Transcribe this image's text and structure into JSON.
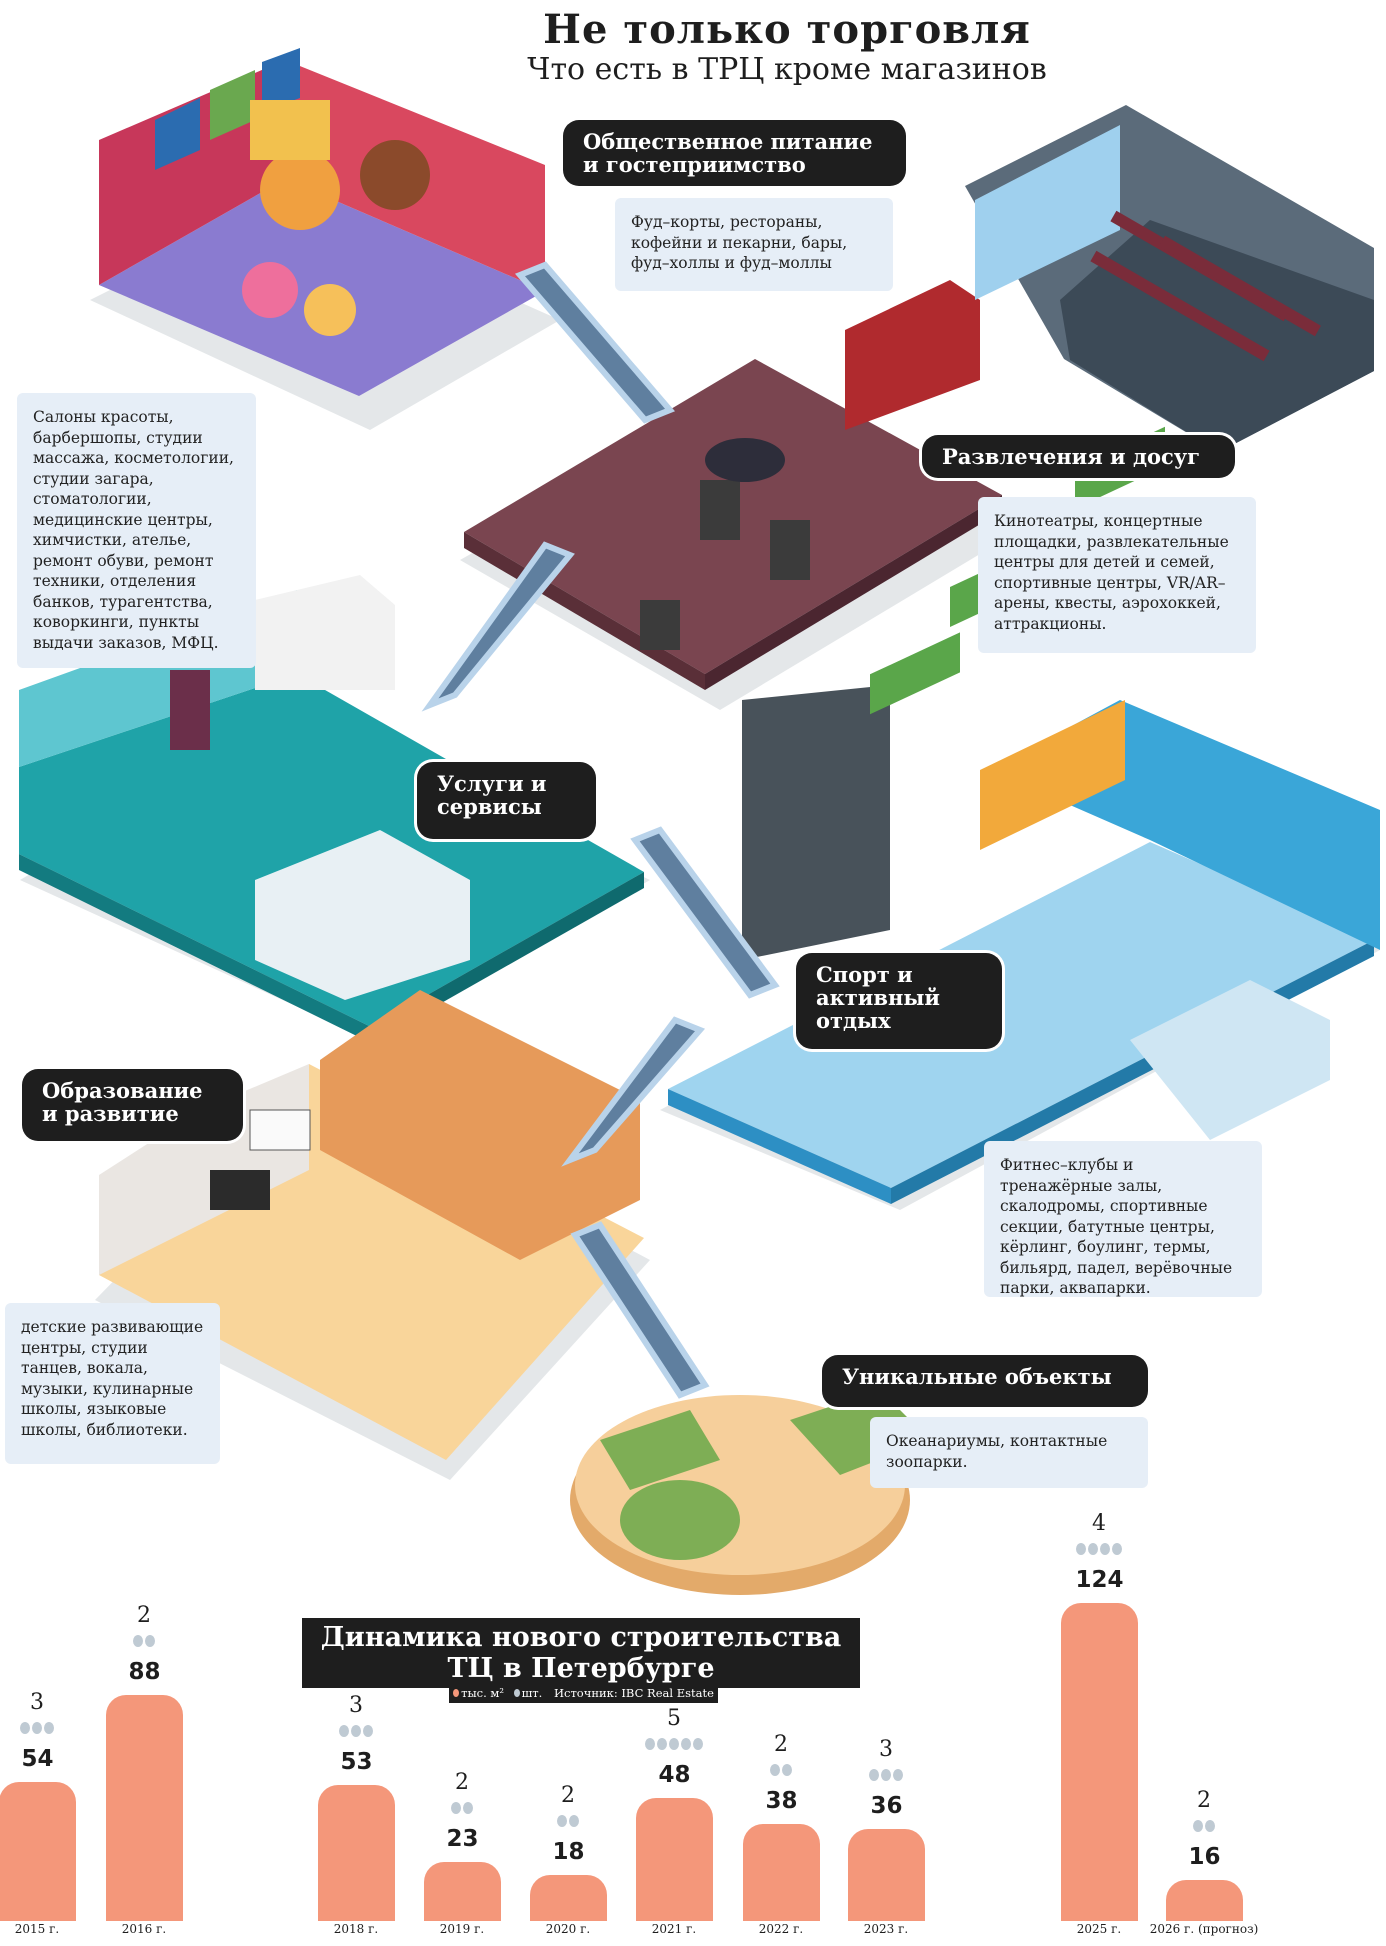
{
  "header": {
    "title": "Не только торговля",
    "subtitle": "Что есть в ТРЦ кроме магазинов"
  },
  "sections": [
    {
      "id": "food",
      "label": "Общественное питание и гостеприимство",
      "description": "Фуд–корты, рестораны, кофейни и пекарни, бары, фуд–холлы и фуд–моллы"
    },
    {
      "id": "entertainment",
      "label": "Развлечения и досуг",
      "description": "Кинотеатры, концертные площадки, развлекательные центры для детей и семей, спортивные центры, VR/AR–арены, квесты, аэрохоккей, аттракционы."
    },
    {
      "id": "services",
      "label": "Услуги и сервисы",
      "description": "Салоны красоты, барбершопы, студии массажа, косметологии, студии загара, стоматологии, медицинские центры, химчистки, ателье, ремонт обуви, ремонт техники, отделения банков, турагентства, коворкинги, пункты выдачи заказов, МФЦ."
    },
    {
      "id": "sport",
      "label": "Спорт и активный отдых",
      "description": "Фитнес–клубы и тренажёрные залы, скалодромы, спортивные секции, батутные центры, кёрлинг, боулинг, термы, бильярд, падел, верёвочные парки, аквапарки."
    },
    {
      "id": "education",
      "label": "Образование и развитие",
      "description": "детские развивающие центры, студии танцев, вокала, музыки, кулинарные школы, языковые школы, библиотеки."
    },
    {
      "id": "unique",
      "label": "Уникальные объекты",
      "description": "Океанариумы, контактные зоопарки."
    }
  ],
  "chart_data": {
    "type": "bar",
    "title": "Динамика нового строительства ТЦ в Петербурге",
    "legend": {
      "area": "тыс. м²",
      "count": "шт.",
      "source": "Источник: IBC Real Estate"
    },
    "colors": {
      "area": "#f4977a",
      "count": "#bfcad3"
    },
    "categories": [
      "2015 г.",
      "2016 г.",
      "2018 г.",
      "2019 г.",
      "2020 г.",
      "2021 г.",
      "2022 г.",
      "2023 г.",
      "2025 г.",
      "2026 г. (прогноз)"
    ],
    "series": [
      {
        "name": "тыс. м²",
        "values": [
          54,
          88,
          53,
          23,
          18,
          48,
          38,
          36,
          124,
          16
        ]
      },
      {
        "name": "шт.",
        "values": [
          3,
          2,
          3,
          2,
          2,
          5,
          2,
          3,
          4,
          2
        ]
      }
    ]
  }
}
